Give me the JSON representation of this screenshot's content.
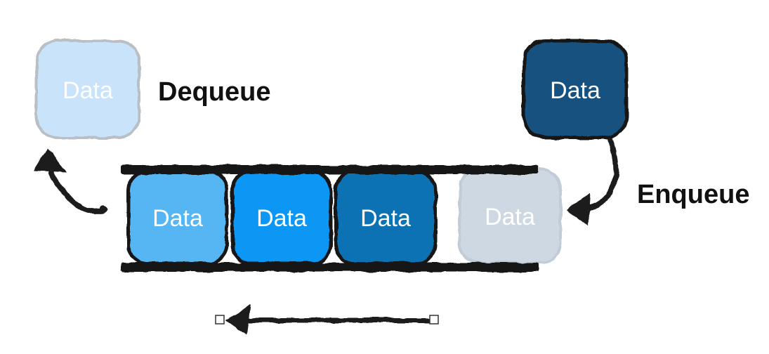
{
  "diagram": {
    "type": "queue-fifo-diagram",
    "background": "#ffffff",
    "labels": {
      "dequeue": "Dequeue",
      "enqueue": "Enqueue"
    },
    "dequeued_item": {
      "label": "Data",
      "fill": "#c8e3fa",
      "stroke": "#b9bfc4",
      "text_color": "#ffffff"
    },
    "incoming_item": {
      "label": "Data",
      "fill": "#16517f",
      "stroke": "#151515",
      "text_color": "#ffffff"
    },
    "queue": {
      "rail_color": "#161616",
      "items": [
        {
          "label": "Data",
          "fill": "#55b6f3",
          "stroke": "#151515",
          "text_color": "#ffffff"
        },
        {
          "label": "Data",
          "fill": "#0f97f5",
          "stroke": "#151515",
          "text_color": "#ffffff"
        },
        {
          "label": "Data",
          "fill": "#1172b4",
          "stroke": "#151515",
          "text_color": "#ffffff"
        },
        {
          "label": "Data",
          "fill": "#cdd8e3",
          "stroke": "#c2ccd7",
          "text_color": "#ffffff"
        }
      ]
    },
    "arrow_color": "#1a1a1a",
    "handle_fill": "#ffffff",
    "handle_stroke": "#333333"
  }
}
